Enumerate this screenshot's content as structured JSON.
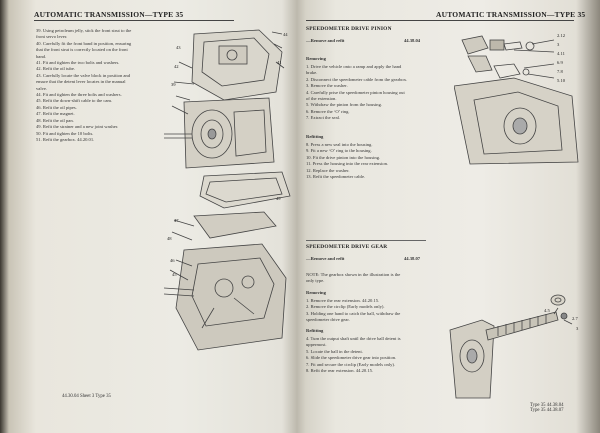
{
  "left": {
    "header": "AUTOMATIC TRANSMISSION—TYPE 35",
    "steps": [
      "39.  Using petroleum jelly, stick the front strut to the",
      "       front servo lever.",
      "40.  Carefully fit the front band in position, ensuring",
      "       that the front strut is correctly located on the front",
      "       band.",
      "41.  Fit and tighten the two bolts and washers.",
      "42.  Refit the oil tube.",
      "43.  Carefully locate the valve block in position and",
      "       ensure that the detent lever locates in the manual",
      "       valve.",
      "44.  Fit and tighten the three bolts and washers.",
      "45.  Refit the down-shift cable to the cam.",
      "46.  Refit the oil pipes.",
      "47.  Refit the magnet.",
      "48.  Refit the oil pan.",
      "49.  Refit the strainer and a new joint washer.",
      "50.  Fit and tighten the 10 bolts.",
      "51.  Refit the gearbox. 44.20.01."
    ],
    "callouts": [
      "44",
      "43",
      "42",
      "39",
      "41",
      "47",
      "48",
      "46",
      "45",
      "49"
    ],
    "footer": "44.30.04    Sheet 3    Type 35"
  },
  "right": {
    "header": "AUTOMATIC TRANSMISSION—TYPE 35",
    "section1": {
      "title": "SPEEDOMETER DRIVE PINION",
      "subtitle": "—Remove and refit",
      "code": "44.38.04",
      "removing_label": "Removing",
      "removing_steps": [
        "1.  Drive the vehicle onto a ramp and apply the hand",
        "     brake.",
        "2.  Disconnect the speedometer cable from the gearbox.",
        "3.  Remove the washer.",
        "4.  Carefully prise the speedometer pinion housing out",
        "     of the extension.",
        "5.  Withdraw the pinion from the housing.",
        "6.  Remove the ‘O’ ring.",
        "7.  Extract the seal."
      ],
      "refitting_label": "Refitting",
      "refitting_steps": [
        "8.  Press a new seal into the housing.",
        "9.  Fit a new ‘O’ ring to the housing.",
        "10. Fit the drive pinion into the housing.",
        "11. Press the housing into the rear extension.",
        "12. Replace the washer.",
        "13. Refit the speedometer cable."
      ],
      "fig_callouts": [
        "2.12",
        "3",
        "4.11",
        "6.9",
        "7.8",
        "5.10"
      ]
    },
    "section2": {
      "title": "SPEEDOMETER DRIVE GEAR",
      "subtitle": "—Remove and refit",
      "code": "44.38.07",
      "note": [
        "NOTE: The gearbox shown in the illustration is the",
        "only type."
      ],
      "removing_label": "Removing",
      "removing_steps": [
        "1.  Remove the rear extension. 44.20.15.",
        "2.  Remove the circlip (Early models only).",
        "3.  Holding one hand to catch the ball, withdraw the",
        "     speedometer drive gear."
      ],
      "refitting_label": "Refitting",
      "refitting_steps": [
        "4.  Turn the output shaft until the drive ball detent is",
        "     uppermost.",
        "5.  Locate the ball in the detent.",
        "6.  Slide the speedometer drive gear into position.",
        "7.  Fit and secure the circlip (Early models only).",
        "8.  Refit the rear extension. 44.20.15."
      ],
      "fig_callouts": [
        "2.7",
        "3",
        "4.5"
      ]
    },
    "footer_lines": [
      "Type 35    44.38.04",
      "Type 35    44.38.07"
    ]
  }
}
